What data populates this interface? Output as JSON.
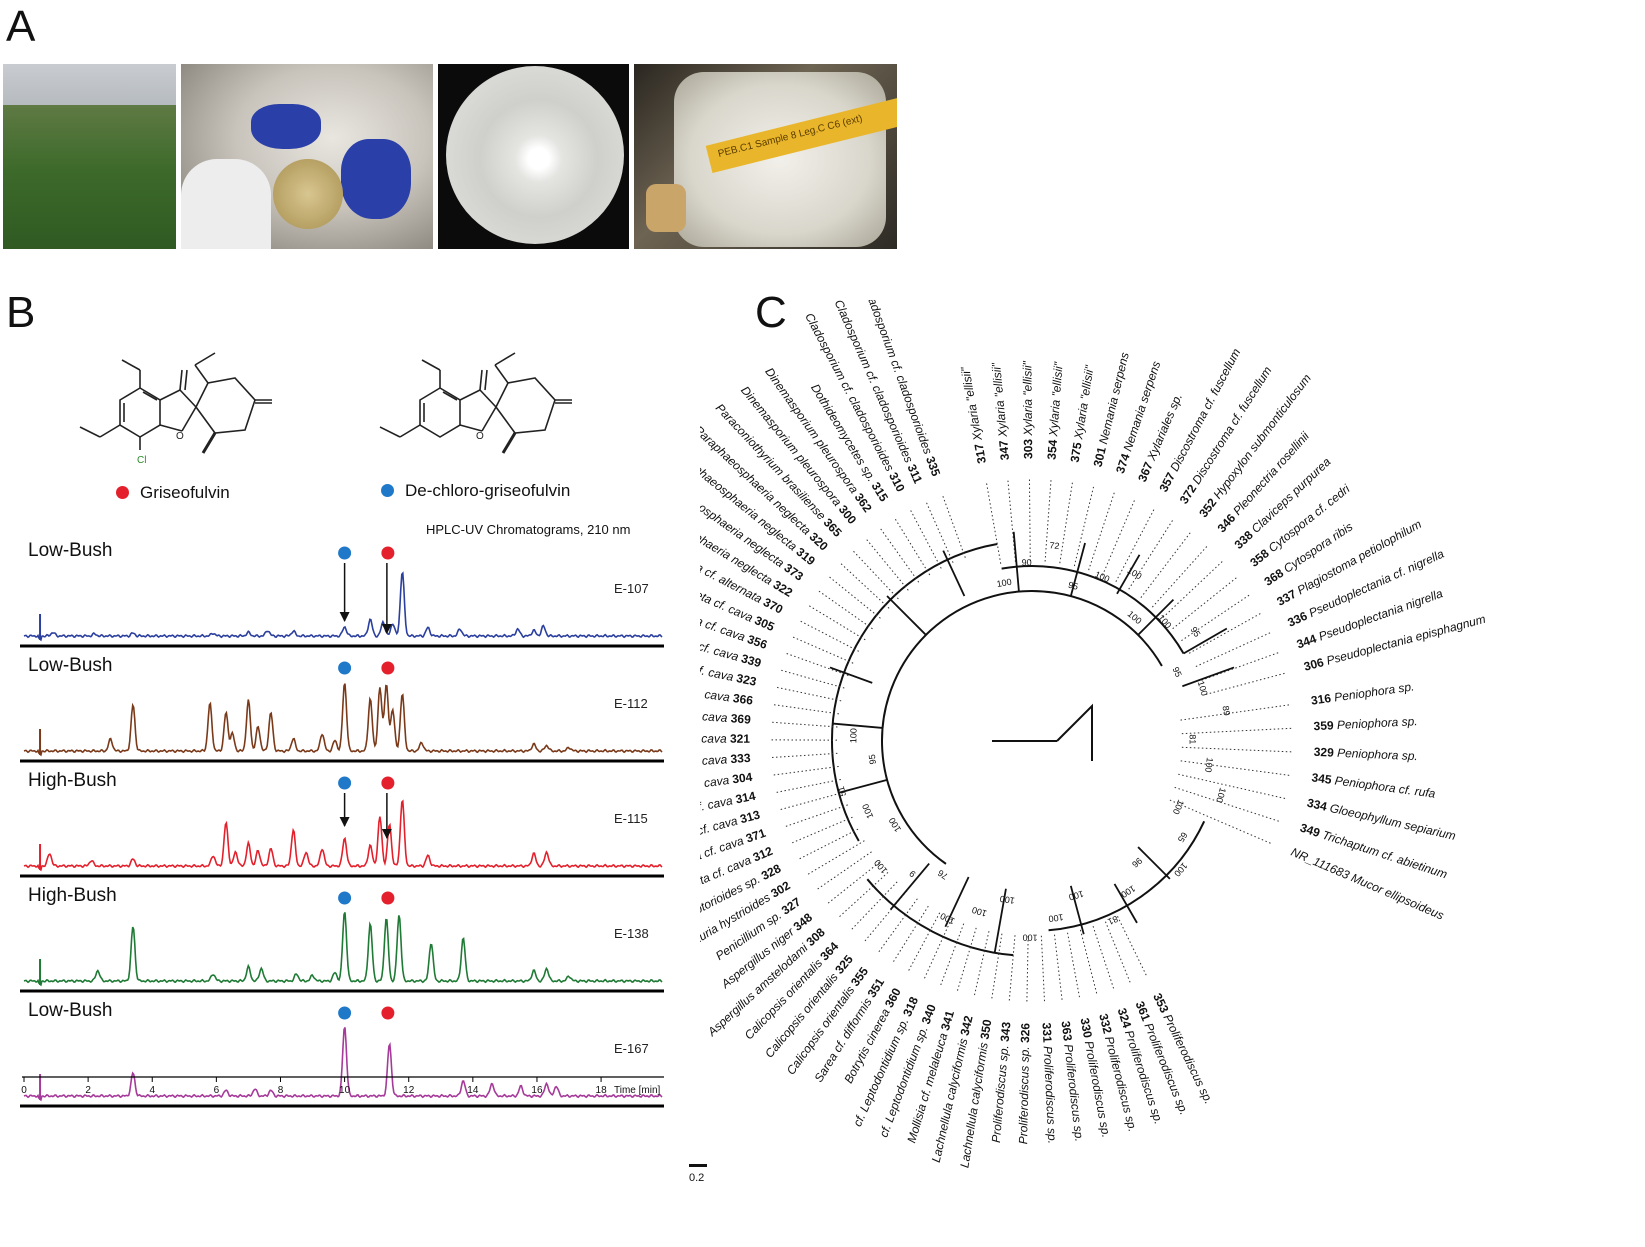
{
  "panels": {
    "a": "A",
    "b": "B",
    "c": "C"
  },
  "photos": [
    {
      "id": "field",
      "desc": "field"
    },
    {
      "id": "lab",
      "desc": "lab"
    },
    {
      "id": "dish",
      "desc": "dish"
    },
    {
      "id": "flask",
      "desc": "flask"
    }
  ],
  "photo_flask_label": "PEB.C1  Sample 8  Leg.C  C6 (ext)",
  "compounds": {
    "left_label": "Griseofulvin",
    "right_label": "De-chloro-griseofulvin",
    "left_color": "#e3202b",
    "right_color": "#1f78c8"
  },
  "hplc": {
    "title": "HPLC-UV Chromatograms, 210 nm",
    "xaxis_unit": "Time [min]",
    "ticks": [
      "0",
      "2",
      "4",
      "6",
      "8",
      "10",
      "12",
      "14",
      "16",
      "18"
    ],
    "traces": [
      {
        "condition": "Low-Bush",
        "sample": "E-107",
        "color": "#2b3f9e",
        "arrows": true,
        "peaks": [
          [
            0.9,
            0.05
          ],
          [
            2.2,
            0.03
          ],
          [
            3.4,
            0.04
          ],
          [
            5.9,
            0.04
          ],
          [
            7.0,
            0.05
          ],
          [
            7.6,
            0.08
          ],
          [
            8.4,
            0.07
          ],
          [
            10.0,
            0.13
          ],
          [
            10.8,
            0.24
          ],
          [
            11.2,
            0.2
          ],
          [
            11.5,
            0.18
          ],
          [
            11.8,
            0.92
          ],
          [
            12.6,
            0.12
          ],
          [
            13.6,
            0.1
          ],
          [
            15.4,
            0.1
          ],
          [
            15.9,
            0.08
          ],
          [
            16.2,
            0.14
          ]
        ]
      },
      {
        "condition": "Low-Bush",
        "sample": "E-112",
        "color": "#7a3a1a",
        "arrows": false,
        "peaks": [
          [
            2.7,
            0.17
          ],
          [
            3.4,
            0.66
          ],
          [
            5.8,
            0.68
          ],
          [
            6.3,
            0.55
          ],
          [
            6.5,
            0.25
          ],
          [
            7.0,
            0.72
          ],
          [
            7.3,
            0.35
          ],
          [
            7.7,
            0.55
          ],
          [
            8.4,
            0.18
          ],
          [
            9.3,
            0.25
          ],
          [
            9.7,
            0.15
          ],
          [
            10.0,
            0.98
          ],
          [
            10.8,
            0.75
          ],
          [
            11.1,
            0.9
          ],
          [
            11.3,
            0.95
          ],
          [
            11.5,
            0.6
          ],
          [
            11.8,
            0.82
          ],
          [
            12.4,
            0.12
          ],
          [
            15.9,
            0.1
          ],
          [
            16.3,
            0.08
          ],
          [
            17.0,
            0.05
          ]
        ]
      },
      {
        "condition": "High-Bush",
        "sample": "E-115",
        "color": "#e3202b",
        "arrows": true,
        "peaks": [
          [
            0.8,
            0.18
          ],
          [
            2.1,
            0.08
          ],
          [
            3.4,
            0.1
          ],
          [
            5.9,
            0.15
          ],
          [
            6.3,
            0.62
          ],
          [
            6.6,
            0.2
          ],
          [
            7.0,
            0.32
          ],
          [
            7.3,
            0.22
          ],
          [
            7.7,
            0.25
          ],
          [
            8.4,
            0.52
          ],
          [
            8.8,
            0.2
          ],
          [
            9.3,
            0.25
          ],
          [
            10.0,
            0.4
          ],
          [
            10.8,
            0.3
          ],
          [
            11.1,
            0.7
          ],
          [
            11.4,
            0.6
          ],
          [
            11.8,
            0.95
          ],
          [
            12.6,
            0.15
          ],
          [
            15.9,
            0.18
          ],
          [
            16.3,
            0.2
          ]
        ]
      },
      {
        "condition": "High-Bush",
        "sample": "E-138",
        "color": "#1f7a35",
        "arrows": false,
        "peaks": [
          [
            2.3,
            0.15
          ],
          [
            3.4,
            0.78
          ],
          [
            5.9,
            0.1
          ],
          [
            7.0,
            0.2
          ],
          [
            7.4,
            0.18
          ],
          [
            8.5,
            0.1
          ],
          [
            9.0,
            0.08
          ],
          [
            9.7,
            0.12
          ],
          [
            10.0,
            1.0
          ],
          [
            10.8,
            0.82
          ],
          [
            11.3,
            0.9
          ],
          [
            11.7,
            0.95
          ],
          [
            12.7,
            0.55
          ],
          [
            13.7,
            0.62
          ],
          [
            15.9,
            0.15
          ],
          [
            16.3,
            0.18
          ],
          [
            17.0,
            0.07
          ]
        ]
      },
      {
        "condition": "Low-Bush",
        "sample": "E-167",
        "color": "#a63a9a",
        "arrows": false,
        "peaks": [
          [
            3.4,
            0.33
          ],
          [
            6.3,
            0.08
          ],
          [
            7.2,
            0.1
          ],
          [
            7.7,
            0.08
          ],
          [
            10.0,
            1.0
          ],
          [
            11.4,
            0.75
          ],
          [
            13.7,
            0.22
          ],
          [
            14.6,
            0.18
          ],
          [
            15.5,
            0.14
          ],
          [
            16.3,
            0.18
          ],
          [
            16.6,
            0.14
          ]
        ]
      }
    ]
  },
  "tree": {
    "scale_label": "0.2",
    "rotated_leaves": [
      {
        "num": "335",
        "name": "Cladosporium cf. cladosporioides"
      },
      {
        "num": "311",
        "name": "Cladosporium cf. cladosporioides"
      },
      {
        "num": "310",
        "name": "Cladosporium cf. cladosporioides"
      },
      {
        "num": "315",
        "name": "Dothideomycetes sp."
      },
      {
        "num": "362",
        "name": "Dinemasporium pleurospora"
      },
      {
        "num": "300",
        "name": "Dinemasporium pleurospora"
      },
      {
        "num": "365",
        "name": "Paraconiothyrium brasiliense"
      },
      {
        "num": "320",
        "name": "Paraphaeosphaeria neglecta"
      },
      {
        "num": "319",
        "name": "Paraphaeosphaeria neglecta"
      },
      {
        "num": "373",
        "name": "Paraphaeosphaeria neglecta"
      },
      {
        "num": "322",
        "name": "Paraphaeosphaeria neglecta"
      },
      {
        "num": "370",
        "name": "Alternaria cf. alternata"
      },
      {
        "num": "305",
        "name": "Pyrenochaeta cf. cava"
      },
      {
        "num": "356",
        "name": "Pyrenochaeta cf. cava"
      },
      {
        "num": "339",
        "name": "Pyrenochaeta cf. cava"
      },
      {
        "num": "323",
        "name": "Pyrenochaeta cf. cava"
      },
      {
        "num": "366",
        "name": "Pyrenochaeta cf. cava"
      },
      {
        "num": "369",
        "name": "Pyrenochaeta cf. cava"
      },
      {
        "num": "321",
        "name": "Pyrenochaeta cf. cava"
      },
      {
        "num": "333",
        "name": "Pyrenochaeta cf. cava"
      },
      {
        "num": "304",
        "name": "Pyrenochaeta cf. cava"
      },
      {
        "num": "314",
        "name": "Pyrenochaeta cf. cava"
      },
      {
        "num": "313",
        "name": "Pyrenochaeta cf. cava"
      },
      {
        "num": "371",
        "name": "Pyrenochaeta cf. cava"
      },
      {
        "num": "312",
        "name": "Pyrenochaeta cf. cava"
      },
      {
        "num": "328",
        "name": "Septorioides sp."
      },
      {
        "num": "302",
        "name": "Venturia hystrioides"
      },
      {
        "num": "327",
        "name": "Penicillium sp."
      },
      {
        "num": "348",
        "name": "Aspergillus niger"
      },
      {
        "num": "308",
        "name": "Aspergillus amstelodami"
      },
      {
        "num": "364",
        "name": "Calicopsis orientalis"
      },
      {
        "num": "325",
        "name": "Calicopsis orientalis"
      },
      {
        "num": "355",
        "name": "Calicopsis orientalis"
      },
      {
        "num": "351",
        "name": "Sarea cf. difformis"
      },
      {
        "num": "360",
        "name": "Botrytis cinerea"
      },
      {
        "num": "318",
        "name": "cf. Leptodontidium sp."
      },
      {
        "num": "340",
        "name": "cf. Leptodontidium sp."
      },
      {
        "num": "341",
        "name": "Mollisia cf. melaleuca"
      },
      {
        "num": "342",
        "name": "Lachnellula calyciformis"
      },
      {
        "num": "350",
        "name": "Lachnellula calyciformis"
      },
      {
        "num": "343",
        "name": "Proliferodiscus sp."
      },
      {
        "num": "326",
        "name": "Proliferodiscus sp."
      },
      {
        "num": "331",
        "name": "Proliferodiscus sp."
      },
      {
        "num": "363",
        "name": "Proliferodiscus sp."
      },
      {
        "num": "330",
        "name": "Proliferodiscus sp."
      },
      {
        "num": "332",
        "name": "Proliferodiscus sp."
      },
      {
        "num": "324",
        "name": "Proliferodiscus sp."
      },
      {
        "num": "361",
        "name": "Proliferodiscus sp."
      },
      {
        "num": "353",
        "name": "Proliferodiscus sp."
      }
    ],
    "top_leaves": [
      {
        "num": "317",
        "name": "Xylaria \"ellisii\""
      },
      {
        "num": "347",
        "name": "Xylaria \"ellisii\""
      },
      {
        "num": "303",
        "name": "Xylaria \"ellisii\""
      },
      {
        "num": "354",
        "name": "Xylaria \"ellisii\""
      },
      {
        "num": "375",
        "name": "Xylaria \"ellisii\""
      },
      {
        "num": "301",
        "name": "Nemania serpens"
      },
      {
        "num": "374",
        "name": "Nemania serpens"
      },
      {
        "num": "367",
        "name": "Xylariales sp."
      },
      {
        "num": "357",
        "name": "Discostroma cf. fuscellum"
      },
      {
        "num": "372",
        "name": "Discostroma cf. fuscellum"
      },
      {
        "num": "352",
        "name": "Hypoxylon submonticulosum"
      },
      {
        "num": "346",
        "name": "Pleonectria rosellinii"
      },
      {
        "num": "338",
        "name": "Claviceps purpurea"
      },
      {
        "num": "358",
        "name": "Cytospora cf. cedri"
      },
      {
        "num": "368",
        "name": "Cytospora ribis"
      },
      {
        "num": "337",
        "name": "Plagiostoma petiolophilum"
      },
      {
        "num": "336",
        "name": "Pseudoplectania cf. nigrella"
      },
      {
        "num": "344",
        "name": "Pseudoplectania nigrella"
      },
      {
        "num": "306",
        "name": "Pseudoplectania episphagnum"
      }
    ],
    "right_leaves": [
      {
        "num": "316",
        "name": "Peniophora sp."
      },
      {
        "num": "359",
        "name": "Peniophora sp."
      },
      {
        "num": "329",
        "name": "Peniophora sp."
      },
      {
        "num": "345",
        "name": "Peniophora cf. rufa"
      },
      {
        "num": "334",
        "name": "Gloeophyllum sepiarium"
      },
      {
        "num": "349",
        "name": "Trichaptum cf. abietinum"
      },
      {
        "num": "",
        "name": "NR_111683 Mucor ellipsoideus"
      }
    ],
    "bootstraps": [
      "100",
      "90",
      "72",
      "95",
      "100",
      "100",
      "100",
      "100",
      "95",
      "95",
      "100",
      "89",
      "81",
      "100",
      "100",
      "100",
      "65",
      "100",
      "96",
      "100",
      "81",
      "100",
      "100",
      "100",
      "100",
      "100",
      "100",
      "76",
      "9",
      "100",
      "100",
      "100",
      "51",
      "95",
      "100"
    ]
  }
}
